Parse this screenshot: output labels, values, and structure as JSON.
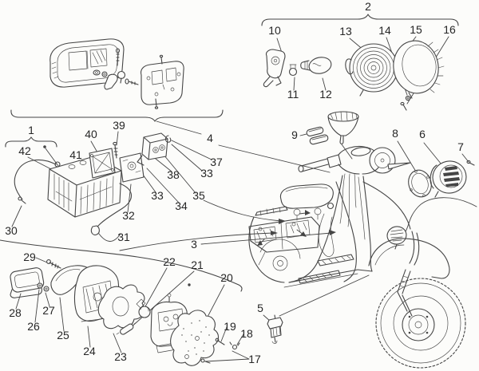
{
  "figure": {
    "title": "Scooter electrical equipment exploded parts diagram",
    "type": "exploded-parts-diagram",
    "background": "#fcfcfa",
    "line_color": "#454545",
    "label_color": "#262626"
  },
  "callouts": {
    "n1": "1",
    "n2": "2",
    "n3": "3",
    "n4": "4",
    "n5": "5",
    "n6": "6",
    "n7": "7",
    "n8": "8",
    "n9": "9",
    "n10": "10",
    "n11": "11",
    "n12": "12",
    "n13": "13",
    "n14": "14",
    "n15": "15",
    "n16": "16",
    "n17": "17",
    "n18": "18",
    "n19": "19",
    "n20": "20",
    "n21": "21",
    "n22": "22",
    "n23": "23",
    "n24": "24",
    "n25": "25",
    "n26": "26",
    "n27": "27",
    "n28": "28",
    "n29": "29",
    "n30": "30",
    "n31": "31",
    "n32": "32",
    "n33a": "33",
    "n33b": "33",
    "n34": "34",
    "n35": "35",
    "n37": "37",
    "n38": "38",
    "n39": "39",
    "n40": "40",
    "n41": "41",
    "n42": "42"
  }
}
